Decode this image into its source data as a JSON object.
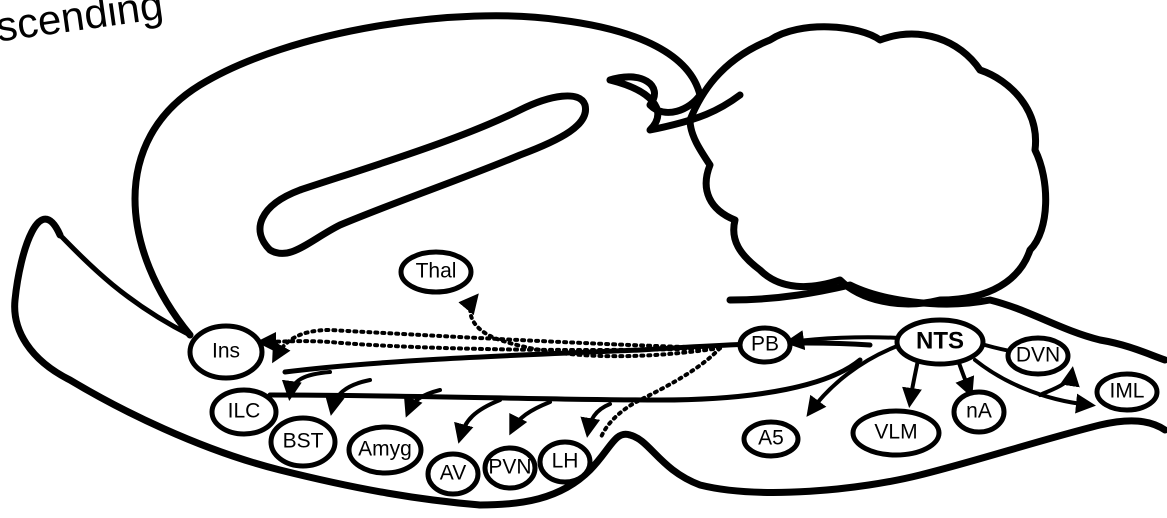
{
  "figure": {
    "title_fragment": "scending"
  },
  "nodes": {
    "thal": "Thal",
    "ins": "Ins",
    "ilc": "ILC",
    "bst": "BST",
    "amyg": "Amyg",
    "av": "AV",
    "pvn": "PVN",
    "lh": "LH",
    "pb": "PB",
    "nts": "NTS",
    "dvn": "DVN",
    "iml": "IML",
    "a5": "A5",
    "vlm": "VLM",
    "na": "nA"
  }
}
